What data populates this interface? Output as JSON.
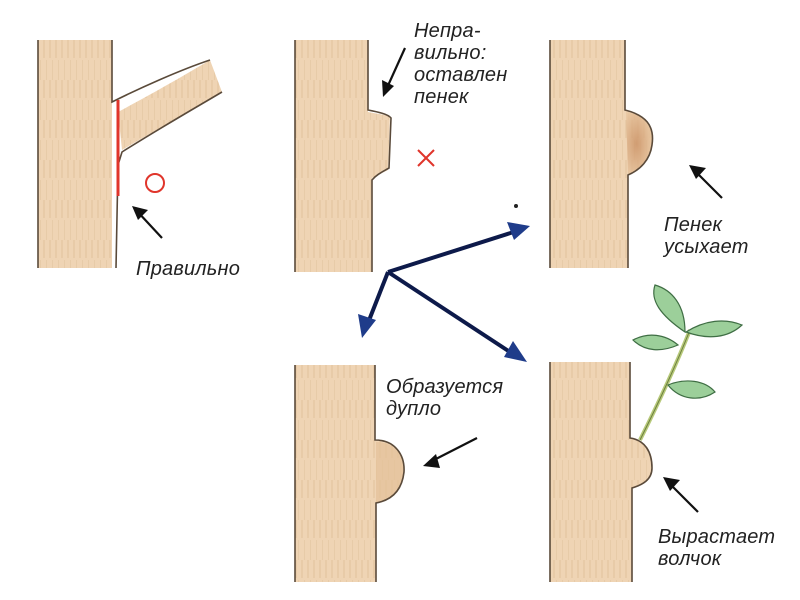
{
  "labels": {
    "correct": "Правильно",
    "incorrect_lines": [
      "Непра-",
      "вильно:",
      "оставлен",
      "пенек"
    ],
    "stump_dries_lines": [
      "Пенек",
      "усыхает"
    ],
    "hollow_lines": [
      "Образуется",
      "дупло"
    ],
    "sprout_lines": [
      "Вырастает",
      "волчок"
    ]
  },
  "marks": {
    "correct_mark": "circle",
    "wrong_mark": "cross"
  },
  "colors": {
    "trunk_fill": "#eed3b2",
    "trunk_outline": "#5a4a3a",
    "cut_line": "#e0352b",
    "arrow": "#0d1a4a",
    "arrow_head": "#1f3c8a",
    "leaf": "#9ccf9a",
    "stem": "#c8d98a"
  }
}
